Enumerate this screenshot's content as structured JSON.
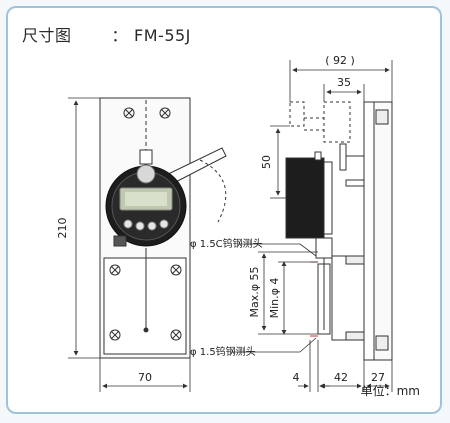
{
  "header": {
    "title": "尺寸图",
    "separator": "：",
    "model": "FM-55J"
  },
  "unit": "单位：mm",
  "dimensions": {
    "height": "210",
    "width_front": "70",
    "depth_total": "( 92 )",
    "depth_top": "35",
    "travel": "50",
    "gap": "4",
    "base": "42",
    "offset": "27",
    "max_dia": "Max.φ 55",
    "min_dia": "Min.φ 4"
  },
  "notes": {
    "upper_contact": "φ 1.5C钨钢测头",
    "lower_contact": "φ 1.5钨钢测头"
  },
  "colors": {
    "frame": "#9fc3dd",
    "line": "#333333",
    "gauge_dark": "#1d1d1d",
    "display": "#bfc9b0"
  }
}
